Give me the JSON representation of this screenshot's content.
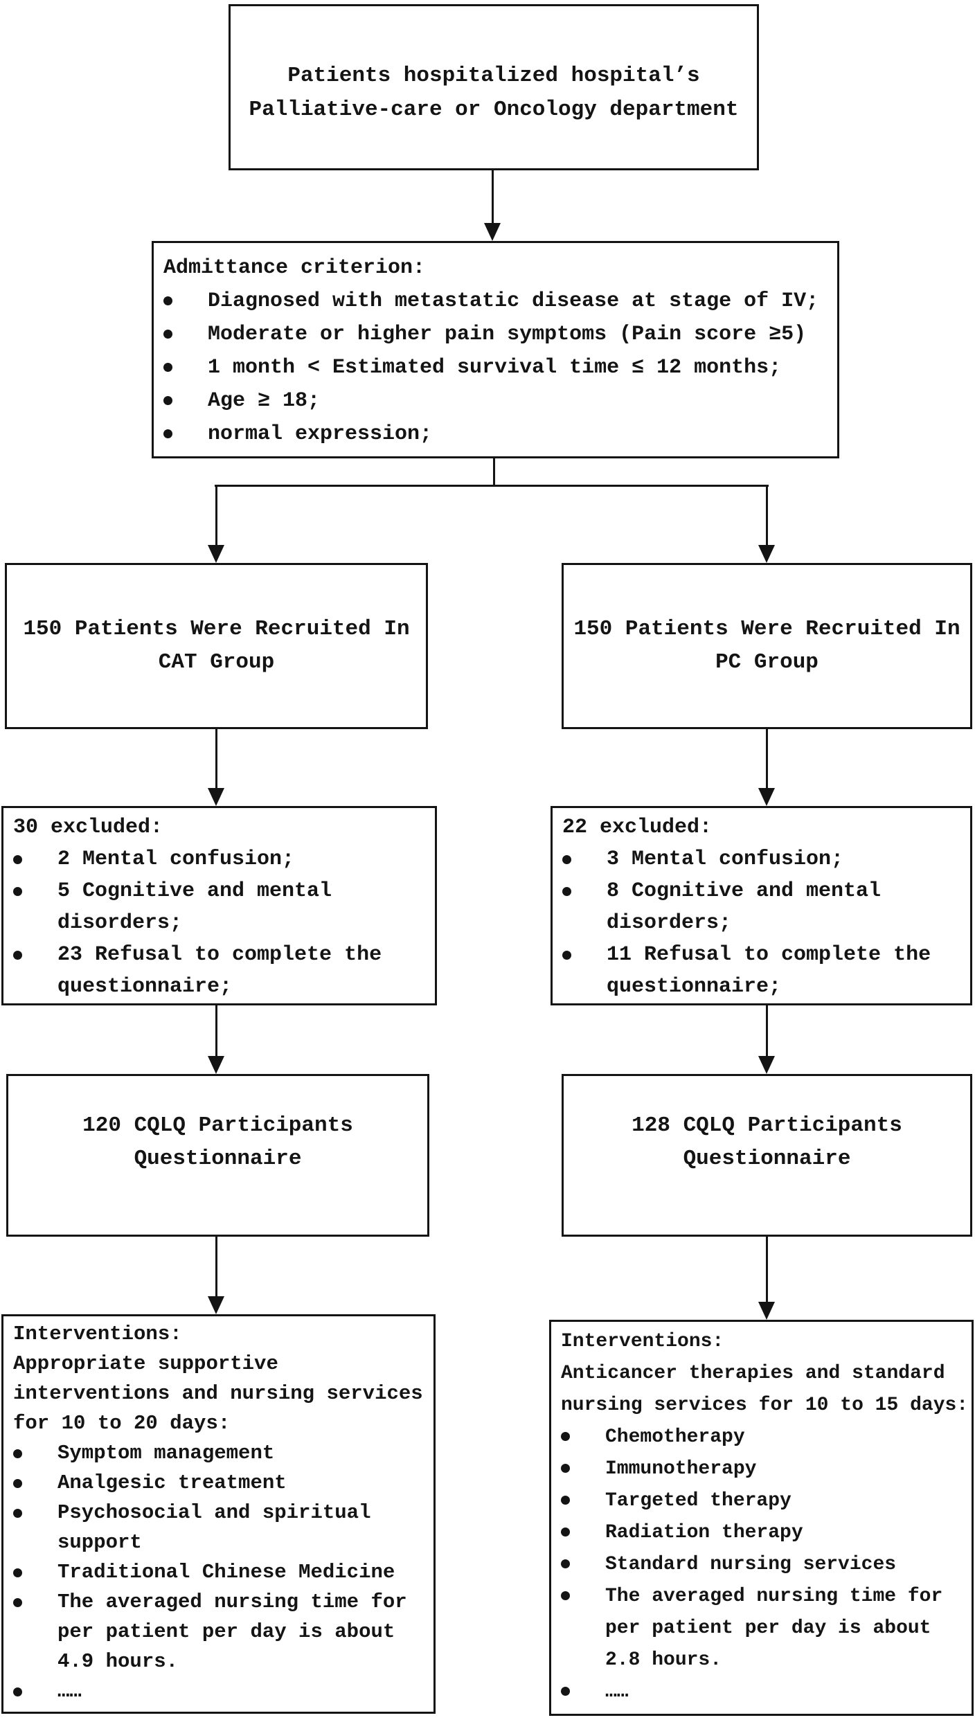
{
  "colors": {
    "ink": "#141414",
    "background": "#ffffff"
  },
  "boxes": {
    "source": {
      "lines": [
        "Patients hospitalized hospital’s",
        "Palliative-care or Oncology department"
      ]
    },
    "admittance": {
      "title": "Admittance criterion:",
      "bullets": [
        "Diagnosed with metastatic disease at stage of IV;",
        "Moderate or higher pain symptoms (Pain score ≥5)",
        "1 month < Estimated survival time ≤ 12 months;",
        "Age ≥ 18;",
        "normal expression;"
      ]
    },
    "recruit_cat": {
      "lines": [
        "150 Patients Were Recruited In",
        "CAT Group"
      ]
    },
    "recruit_pc": {
      "lines": [
        "150 Patients Were Recruited In",
        "PC Group"
      ]
    },
    "excluded_cat": {
      "title": "30 excluded:",
      "bullets": [
        "2 Mental confusion;",
        "5 Cognitive and mental disorders;",
        "23 Refusal to complete the questionnaire;"
      ]
    },
    "excluded_pc": {
      "title": "22 excluded:",
      "bullets": [
        "3 Mental confusion;",
        "8 Cognitive and mental disorders;",
        "11 Refusal to complete the questionnaire;"
      ]
    },
    "cqlq_cat": {
      "lines": [
        "120 CQLQ Participants",
        "Questionnaire"
      ]
    },
    "cqlq_pc": {
      "lines": [
        "128 CQLQ Participants",
        "Questionnaire"
      ]
    },
    "interventions_cat": {
      "title": "Interventions:",
      "intro": "Appropriate supportive interventions and nursing services for 10 to 20 days:",
      "bullets": [
        "Symptom management",
        "Analgesic treatment",
        "Psychosocial and spiritual support",
        "Traditional Chinese Medicine",
        "The averaged nursing time for per patient per day is about 4.9 hours.",
        "……"
      ]
    },
    "interventions_pc": {
      "title": "Interventions:",
      "intro": "Anticancer therapies and standard nursing services for 10 to 15 days:",
      "bullets": [
        "Chemotherapy",
        "Immunotherapy",
        "Targeted therapy",
        "Radiation therapy",
        "Standard nursing services",
        "The averaged nursing time for per patient per day is about 2.8 hours.",
        "……"
      ]
    }
  }
}
